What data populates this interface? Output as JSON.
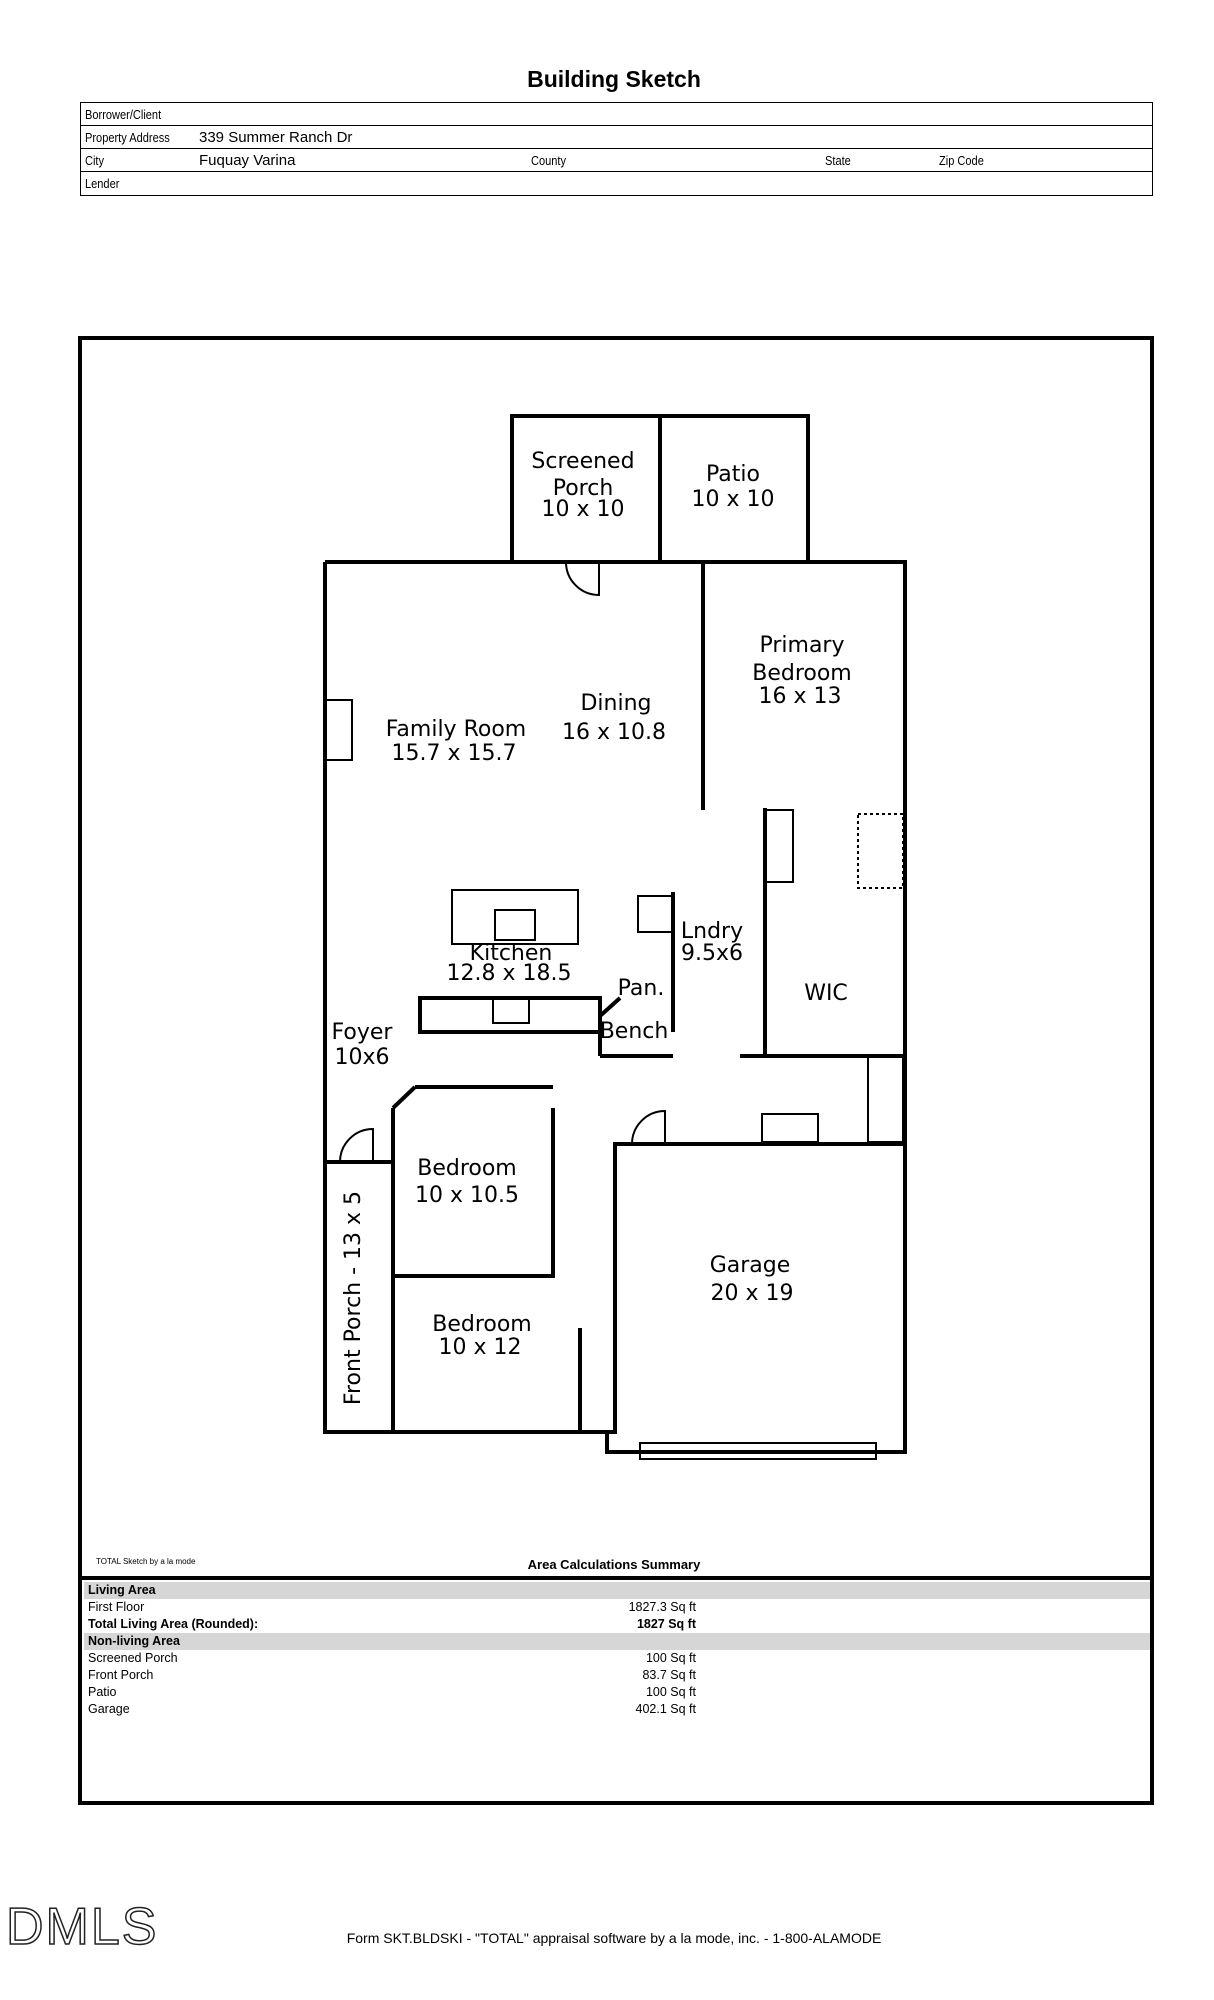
{
  "title": "Building Sketch",
  "header": {
    "borrower_label": "Borrower/Client",
    "borrower_value": "",
    "address_label": "Property Address",
    "address_value": "339 Summer Ranch Dr",
    "city_label": "City",
    "city_value": "Fuquay Varina",
    "county_label": "County",
    "state_label": "State",
    "zip_label": "Zip Code",
    "lender_label": "Lender"
  },
  "rooms": {
    "screened_porch": [
      "Screened",
      "Porch",
      "10 x 10"
    ],
    "patio": [
      "Patio",
      "10 x 10"
    ],
    "primary_bedroom": [
      "Primary",
      "Bedroom",
      "16 x 13"
    ],
    "family_room": [
      "Family Room",
      "15.7 x 15.7"
    ],
    "dining": [
      "Dining",
      "16 x 10.8"
    ],
    "lndry": [
      "Lndry",
      "9.5x6"
    ],
    "kitchen": [
      "Kitchen",
      "12.8 x 18.5"
    ],
    "pan": "Pan.",
    "wic": "WIC",
    "bench": "Bench",
    "foyer": [
      "Foyer",
      "10x6"
    ],
    "bedroom1": [
      "Bedroom",
      "10 x 10.5"
    ],
    "front_porch": "Front Porch - 13 x 5",
    "bedroom2": [
      "Bedroom",
      "10 x 12"
    ],
    "garage": [
      "Garage",
      "20 x 19"
    ]
  },
  "summary": {
    "software_note": "TOTAL Sketch by a la mode",
    "title": "Area Calculations Summary",
    "living_area_heading": "Living Area",
    "first_floor_label": "First Floor",
    "first_floor_value": "1827.3 Sq ft",
    "total_living_label": "Total Living Area (Rounded):",
    "total_living_value": "1827 Sq ft",
    "non_living_heading": "Non-living Area",
    "non_living": [
      {
        "label": "Screened Porch",
        "value": "100 Sq ft"
      },
      {
        "label": "Front Porch",
        "value": "83.7 Sq ft"
      },
      {
        "label": "Patio",
        "value": "100 Sq ft"
      },
      {
        "label": "Garage",
        "value": "402.1 Sq ft"
      }
    ]
  },
  "watermark": "DMLS",
  "footer": "Form SKT.BLDSKI - \"TOTAL\" appraisal software by a la mode, inc. - 1-800-ALAMODE"
}
